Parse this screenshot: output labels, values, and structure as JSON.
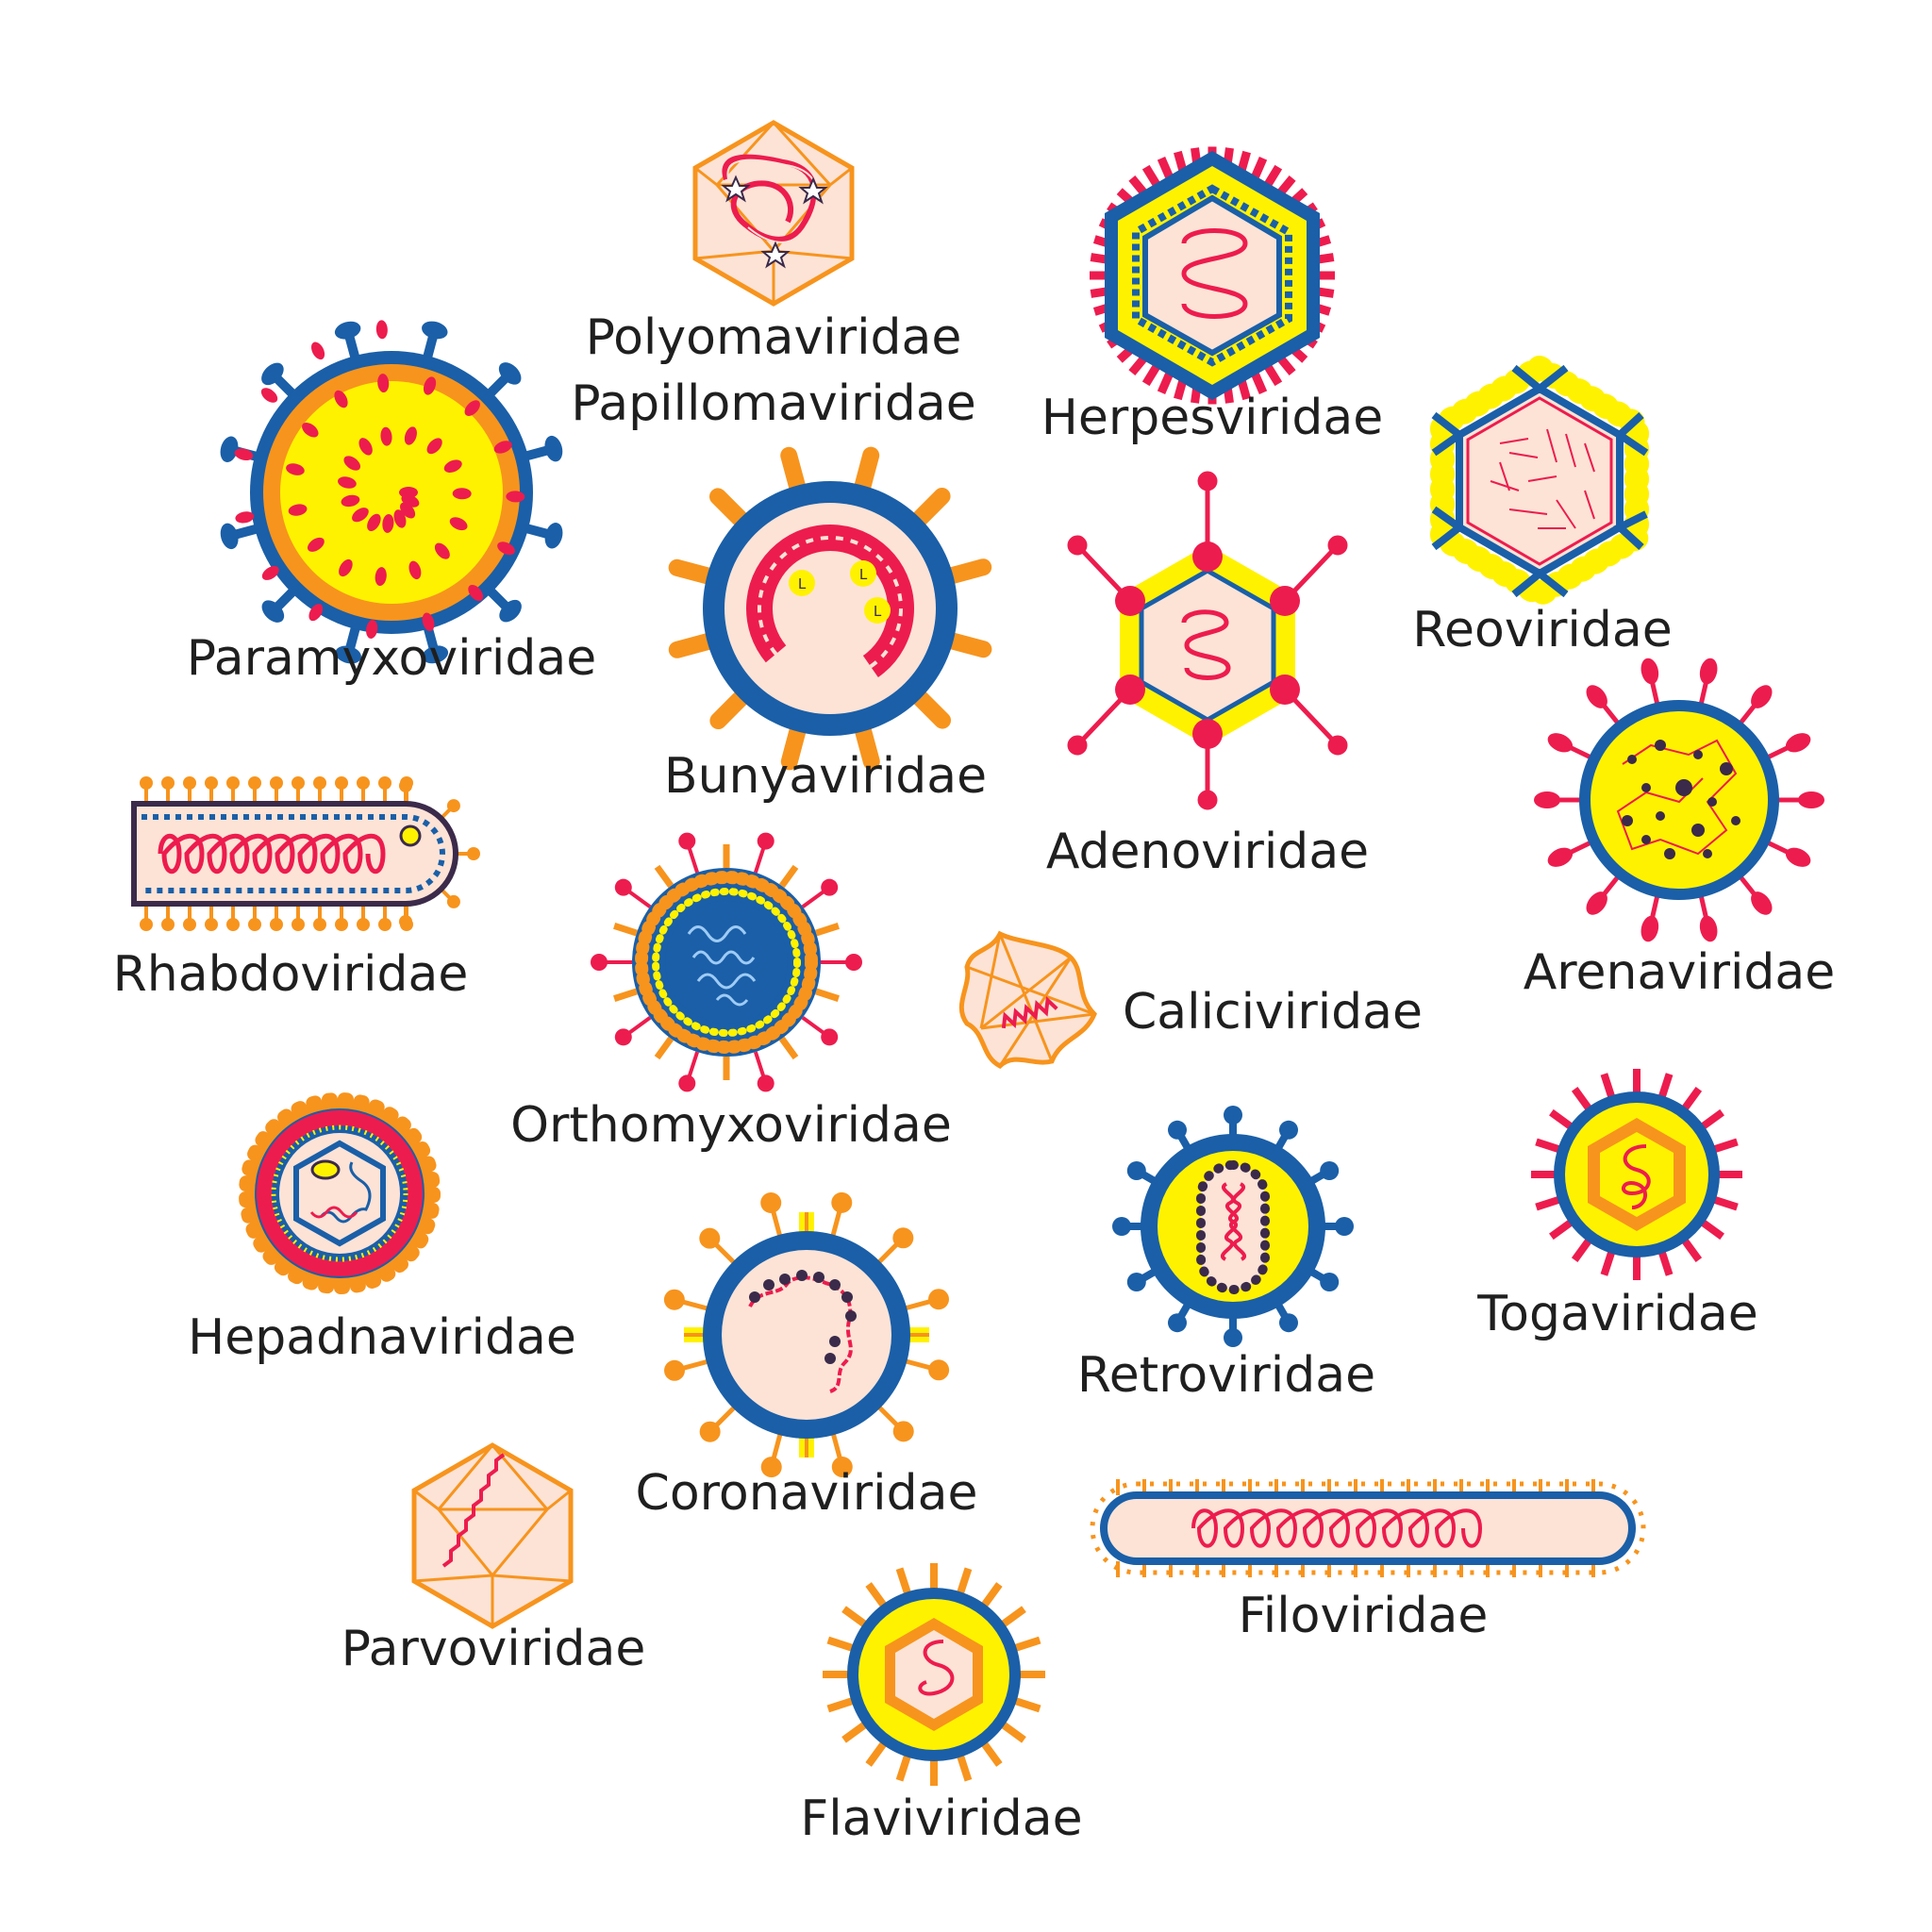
{
  "colors": {
    "orange": "#f7941d",
    "blue": "#1a5fa8",
    "yellow": "#fff200",
    "red": "#ed1c4e",
    "cream": "#fde3d6",
    "dark": "#3b2a4a"
  },
  "viruses": [
    {
      "id": "polyoma",
      "label_lines": [
        "Polyomaviridae",
        "Papillomaviridae"
      ]
    },
    {
      "id": "herpes",
      "label_lines": [
        "Herpesviridae"
      ]
    },
    {
      "id": "paramyxo",
      "label_lines": [
        "Paramyxoviridae"
      ]
    },
    {
      "id": "bunya",
      "label_lines": [
        "Bunyaviridae"
      ],
      "markers": [
        "L",
        "L",
        "L"
      ]
    },
    {
      "id": "adeno",
      "label_lines": [
        "Adenoviridae"
      ]
    },
    {
      "id": "reo",
      "label_lines": [
        "Reoviridae"
      ]
    },
    {
      "id": "arena",
      "label_lines": [
        "Arenaviridae"
      ]
    },
    {
      "id": "rhabdo",
      "label_lines": [
        "Rhabdoviridae"
      ]
    },
    {
      "id": "orthomyxo",
      "label_lines": [
        "Orthomyxoviridae"
      ]
    },
    {
      "id": "calici",
      "label_lines": [
        "Caliciviridae"
      ]
    },
    {
      "id": "hepadna",
      "label_lines": [
        "Hepadnaviridae"
      ]
    },
    {
      "id": "retro",
      "label_lines": [
        "Retroviridae"
      ]
    },
    {
      "id": "toga",
      "label_lines": [
        "Togaviridae"
      ]
    },
    {
      "id": "corona",
      "label_lines": [
        "Coronaviridae"
      ]
    },
    {
      "id": "parvo",
      "label_lines": [
        "Parvoviridae"
      ]
    },
    {
      "id": "filo",
      "label_lines": [
        "Filoviridae"
      ]
    },
    {
      "id": "flavi",
      "label_lines": [
        "Flaviviridae"
      ]
    }
  ]
}
